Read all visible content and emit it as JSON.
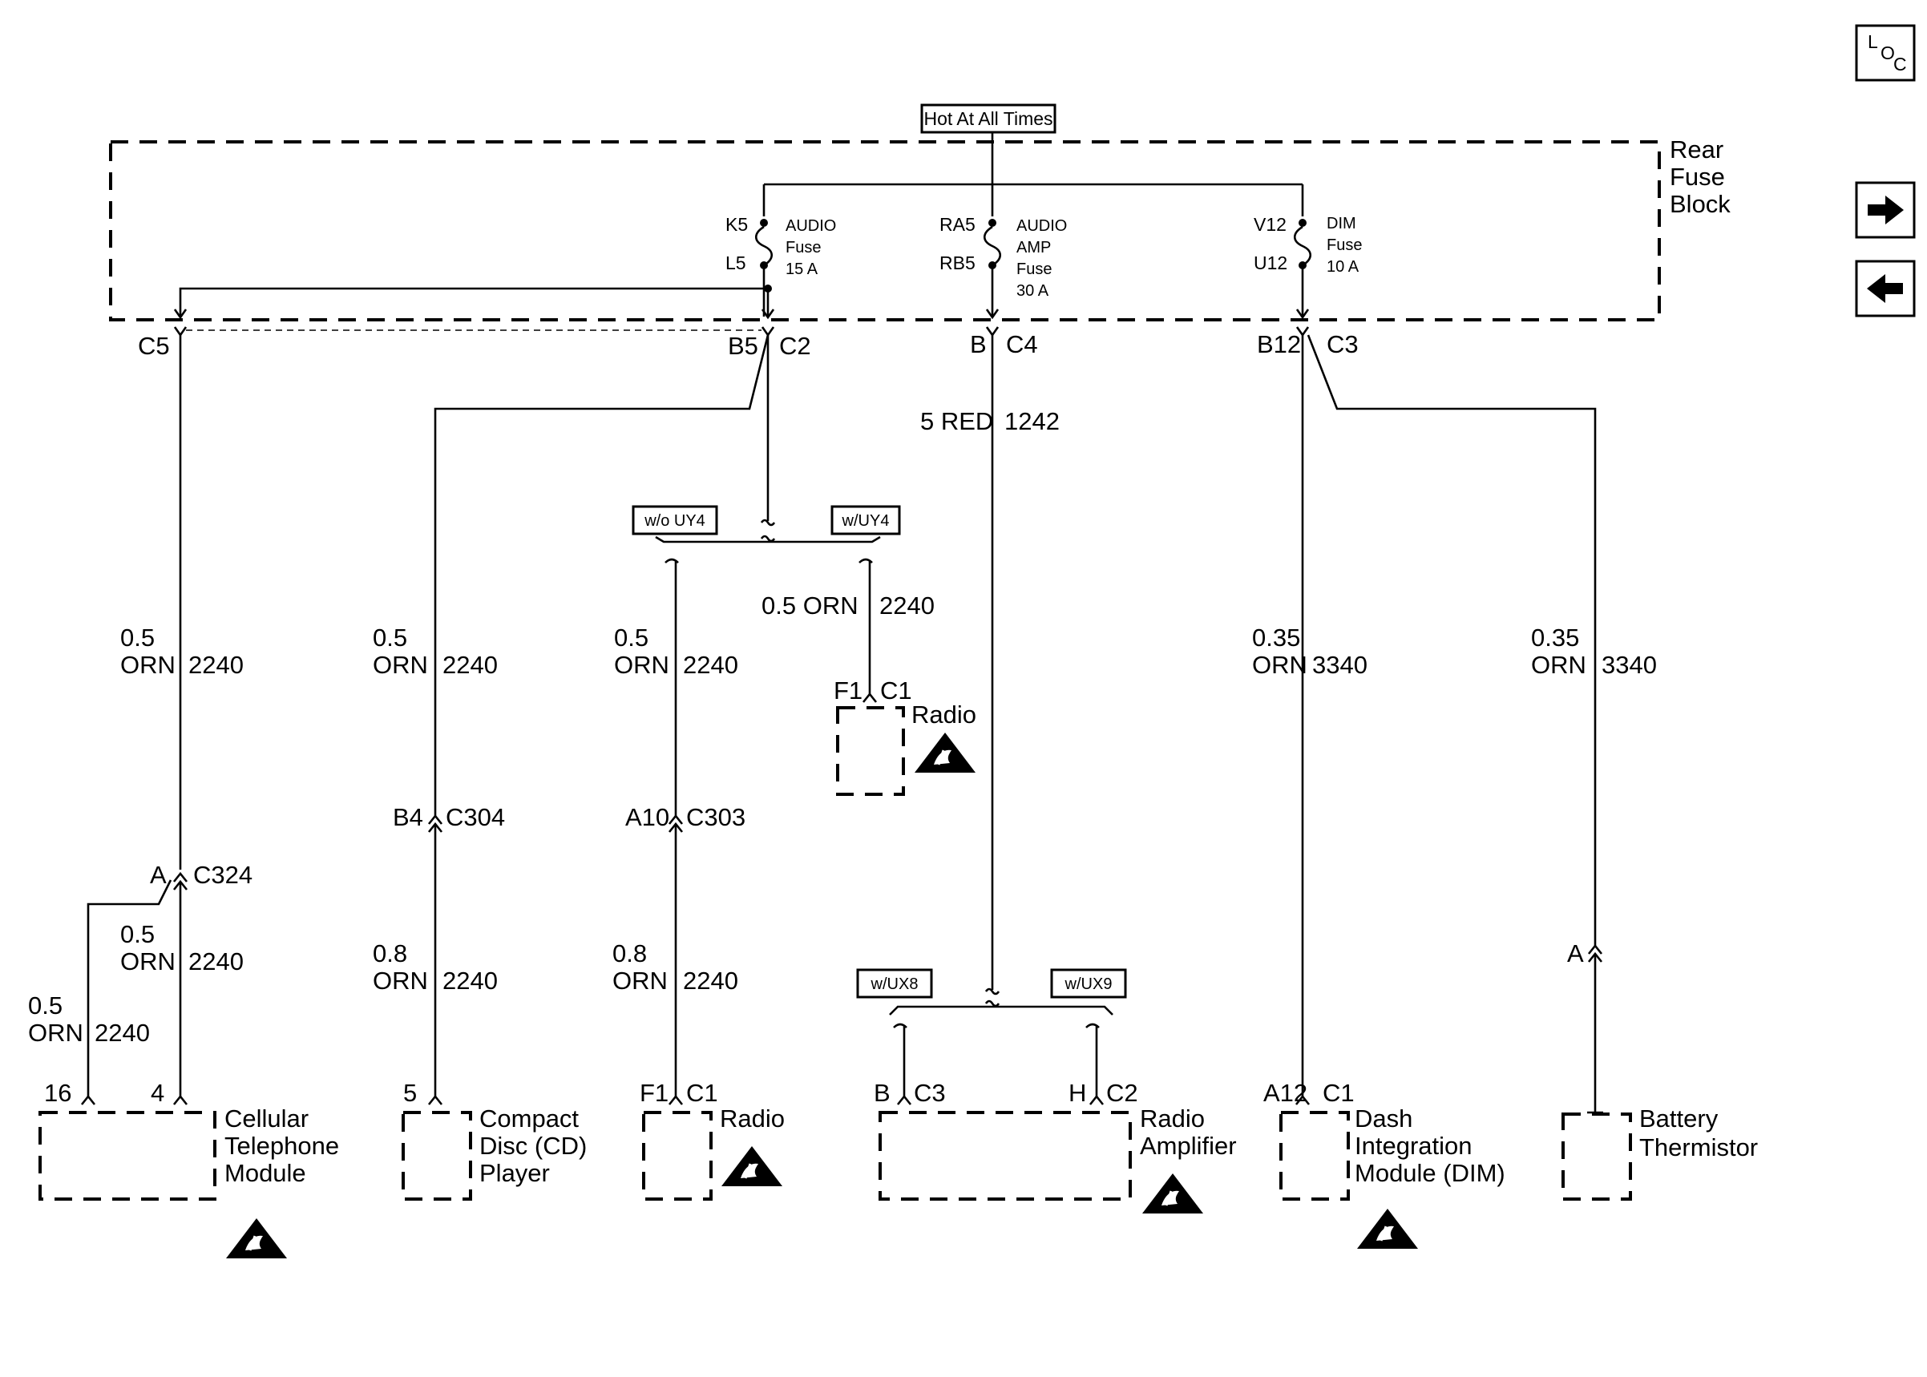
{
  "power_label": "Hot At All Times",
  "fuse_block_label": [
    "Rear",
    "Fuse",
    "Block"
  ],
  "fuses": {
    "audio": {
      "in_pin": "K5",
      "out_pin": "L5",
      "label": [
        "AUDIO",
        "Fuse",
        "15 A"
      ]
    },
    "amp": {
      "in_pin": "RA5",
      "out_pin": "RB5",
      "label": [
        "AUDIO",
        "AMP",
        "Fuse",
        "30 A"
      ]
    },
    "dim": {
      "in_pin": "V12",
      "out_pin": "U12",
      "label": [
        "DIM",
        "Fuse",
        "10 A"
      ]
    }
  },
  "block_connectors": {
    "c5": {
      "conn": "C5"
    },
    "c2": {
      "pin": "B5",
      "conn": "C2"
    },
    "c4": {
      "pin": "B",
      "conn": "C4"
    },
    "c3": {
      "pin": "B12",
      "conn": "C3"
    }
  },
  "options": {
    "wo_uy4": "w/o UY4",
    "w_uy4": "w/UY4",
    "w_ux8": "w/UX8",
    "w_ux9": "w/UX9"
  },
  "wires": {
    "cell_upper": {
      "gauge": "0.5",
      "color": "ORN",
      "circuit": "2240"
    },
    "cell_lower_a": {
      "gauge": "0.5",
      "color": "ORN",
      "circuit": "2240"
    },
    "cell_lower_b": {
      "gauge": "0.5",
      "color": "ORN",
      "circuit": "2240"
    },
    "cd_upper": {
      "gauge": "0.5",
      "color": "ORN",
      "circuit": "2240"
    },
    "cd_lower": {
      "gauge": "0.8",
      "color": "ORN",
      "circuit": "2240"
    },
    "radio_upper": {
      "gauge": "0.5",
      "color": "ORN",
      "circuit": "2240"
    },
    "radio_lower": {
      "gauge": "0.8",
      "color": "ORN",
      "circuit": "2240"
    },
    "radio_uy4": {
      "label": "0.5 ORN",
      "circuit": "2240"
    },
    "amp": {
      "label": "5 RED",
      "circuit": "1242"
    },
    "dim": {
      "gauge": "0.35",
      "color": "ORN",
      "circuit": "3340"
    },
    "therm": {
      "gauge": "0.35",
      "color": "ORN",
      "circuit": "3340"
    }
  },
  "inline_connectors": {
    "c324": {
      "pin": "A",
      "conn": "C324"
    },
    "c304": {
      "pin": "B4",
      "conn": "C304"
    },
    "c303": {
      "pin": "A10",
      "conn": "C303"
    },
    "therm": {
      "pin": "A"
    }
  },
  "components": {
    "cell": {
      "name": [
        "Cellular",
        "Telephone",
        "Module"
      ],
      "pin_a": "16",
      "pin_b": "4"
    },
    "cd": {
      "name": [
        "Compact",
        "Disc (CD)",
        "Player"
      ],
      "pin": "5"
    },
    "radio": {
      "name": [
        "Radio"
      ],
      "pin": "F1",
      "conn": "C1"
    },
    "radio_uy4": {
      "name": [
        "Radio"
      ],
      "pin": "F1",
      "conn": "C1"
    },
    "amp": {
      "name": [
        "Radio",
        "Amplifier"
      ],
      "pin_a": "B",
      "conn_a": "C3",
      "pin_b": "H",
      "conn_b": "C2"
    },
    "dim": {
      "name": [
        "Dash",
        "Integration",
        "Module (DIM)"
      ],
      "pin": "A12",
      "conn": "C1"
    },
    "therm": {
      "name": [
        "Battery",
        "Thermistor"
      ]
    }
  },
  "nav": {
    "loc": [
      "L",
      "O",
      "C"
    ],
    "next": "next-arrow-icon",
    "prev": "prev-arrow-icon"
  }
}
